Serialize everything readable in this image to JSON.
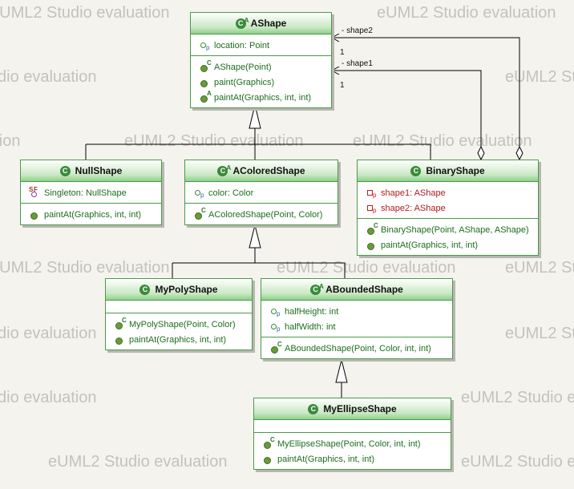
{
  "watermark": "eUML2 Studio evaluation",
  "classes": [
    {
      "id": "AShape",
      "name": "AShape",
      "abstract": true,
      "fields": [
        {
          "vis": "p",
          "text": "location: Point"
        }
      ],
      "methods": [
        {
          "mark": "C",
          "text": "AShape(Point)"
        },
        {
          "mark": "",
          "text": "paint(Graphics)"
        },
        {
          "mark": "A",
          "text": "paintAt(Graphics, int, int)"
        }
      ]
    },
    {
      "id": "NullShape",
      "name": "NullShape",
      "abstract": false,
      "fields": [
        {
          "vis": "SF",
          "text": "Singleton: NullShape"
        }
      ],
      "methods": [
        {
          "mark": "",
          "text": "paintAt(Graphics, int, int)"
        }
      ]
    },
    {
      "id": "AColoredShape",
      "name": "AColoredShape",
      "abstract": true,
      "fields": [
        {
          "vis": "p",
          "text": "color: Color"
        }
      ],
      "methods": [
        {
          "mark": "C",
          "text": "AColoredShape(Point, Color)"
        }
      ]
    },
    {
      "id": "BinaryShape",
      "name": "BinaryShape",
      "abstract": false,
      "fields": [
        {
          "vis": "priv",
          "text": "shape1: AShape"
        },
        {
          "vis": "priv",
          "text": "shape2: AShape"
        }
      ],
      "methods": [
        {
          "mark": "C",
          "text": "BinaryShape(Point, AShape, AShape)"
        },
        {
          "mark": "",
          "text": "paintAt(Graphics, int, int)"
        }
      ]
    },
    {
      "id": "MyPolyShape",
      "name": "MyPolyShape",
      "abstract": false,
      "fields": [],
      "methods": [
        {
          "mark": "C",
          "text": "MyPolyShape(Point, Color)"
        },
        {
          "mark": "",
          "text": "paintAt(Graphics, int, int)"
        }
      ]
    },
    {
      "id": "ABoundedShape",
      "name": "ABoundedShape",
      "abstract": true,
      "fields": [
        {
          "vis": "p",
          "text": "halfHeight: int"
        },
        {
          "vis": "p",
          "text": "halfWidth: int"
        }
      ],
      "methods": [
        {
          "mark": "C",
          "text": "ABoundedShape(Point, Color, int, int)"
        }
      ]
    },
    {
      "id": "MyEllipseShape",
      "name": "MyEllipseShape",
      "abstract": false,
      "fields": [],
      "methods": [
        {
          "mark": "C",
          "text": "MyEllipseShape(Point, Color, int, int)"
        },
        {
          "mark": "",
          "text": "paintAt(Graphics, int, int)"
        }
      ]
    }
  ],
  "associations": {
    "shape2": {
      "role": "- shape2",
      "multiplicity": "1"
    },
    "shape1": {
      "role": "- shape1",
      "multiplicity": "1"
    }
  },
  "colors": {
    "border": "#4a9a4a",
    "member": "#1d6e1d",
    "private": "#b01c1c"
  }
}
